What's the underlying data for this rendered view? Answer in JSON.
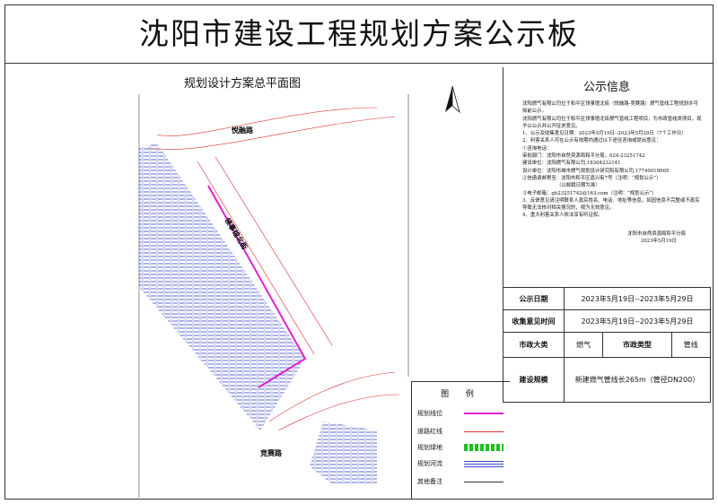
{
  "title": "沈阳市建设工程规划方案公示板",
  "map": {
    "title": "规划设计方案总平面图",
    "north": "N",
    "roads": [
      "悦融路",
      "领事馆北街",
      "竞赛路"
    ]
  },
  "info": {
    "heading": "公示信息",
    "paragraphs": [
      "沈阳燃气有限公司位于和平区领事馆北街（悦融路-竞赛路）燃气管线工程规划许可拟前公示。",
      "沈阳燃气有限公司位于和平区领事馆北街燃气管线工程项目，为市政管线类项目，现予以公示并公开征求意见。",
      "1、公示及收集意见日期：2023年5月19日--2023年5月29日（7个工作日）",
      "2、利害关系人可在公示有效期内通过以下途径咨询或提出意见：",
      "①咨询电话：",
      "审批部门：沈阳市自然资源局和平分局，024-23251742",
      "建设单位：沈阳燃气有限公司,18304232141",
      "设计单位：沈阳市城市燃气规划设计研究院有限公司,17740018665",
      "②信函请邮寄至：沈阳市和平区嘉兴街7号（注明：“规划公示”）",
      "（以邮戳日期为准）",
      "③电子邮箱：gh23251742@163.com（注明：“规划公示”）",
      "3、反馈意见请注明联系人真实姓名、电话、地址等信息，如因信息不完整或不真实导致无法核对相关情况的，视为无效意见。",
      "4、重大利害关系人依法享有听证权。"
    ],
    "signature": "沈阳市自然资源局和平分局",
    "date": "2023年5月19日"
  },
  "table": {
    "period_label": "公示日期",
    "period_value": "2023年5月19日--2023年5月29日",
    "feedback_label": "收集意见时间",
    "feedback_value": "2023年5月19日--2023年5月29日",
    "category_label": "市政大类",
    "category_value": "燃气",
    "type_label": "市政类型",
    "type_value": "管线",
    "scale_label": "建设规模",
    "scale_value": "新建燃气管线长265m（管径DN200）"
  },
  "legend": {
    "heading": "图 例",
    "items": [
      {
        "label": "规划线位",
        "color": "#e020d0"
      },
      {
        "label": "道路红线",
        "color": "#e03030"
      },
      {
        "label": "规划绿地",
        "color": "#22bb22"
      },
      {
        "label": "规划河流",
        "color": "#3344cc"
      },
      {
        "label": "其他备注",
        "color": "#333333"
      }
    ]
  }
}
